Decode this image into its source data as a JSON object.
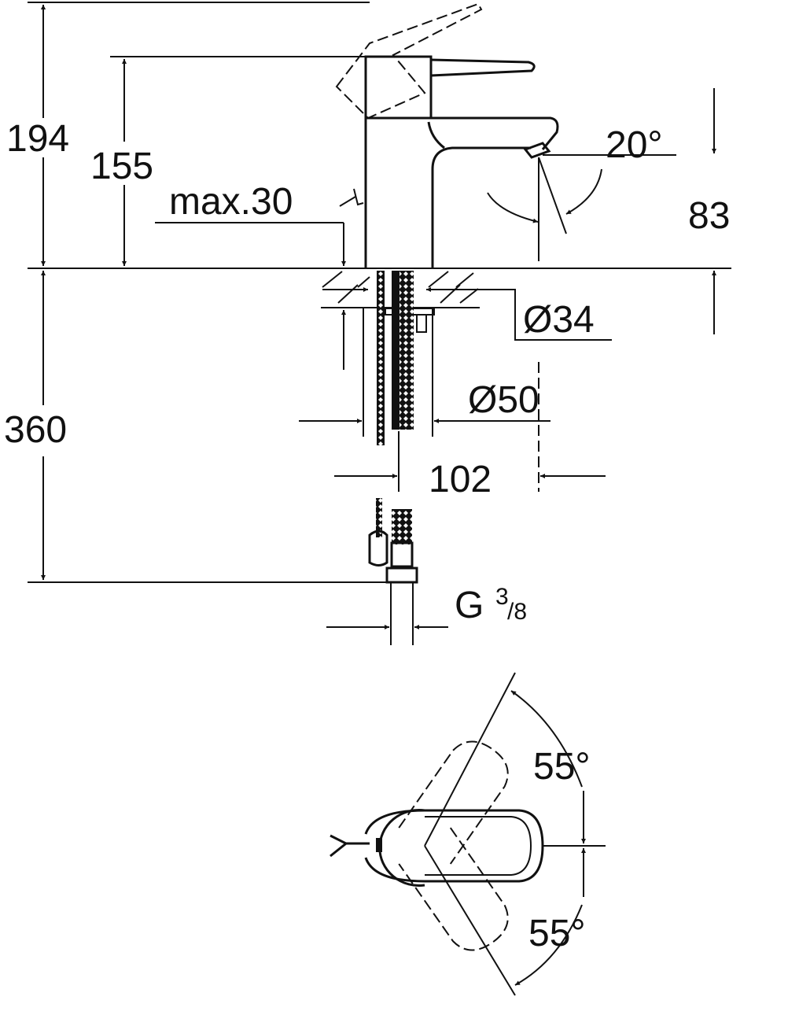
{
  "dimensions": {
    "total_height": "194",
    "spout_height": "155",
    "max_counter_thickness": "max.30",
    "spout_angle": "20°",
    "outlet_height": "83",
    "hole_diameter": "Ø34",
    "base_diameter": "Ø50",
    "hose_length": "360",
    "spout_reach": "102",
    "connection_thread": "G",
    "connection_numerator": "3",
    "connection_denominator": "/8",
    "lever_angle_upper": "55°",
    "lever_angle_lower": "55°"
  },
  "colors": {
    "line": "#111111",
    "background": "#ffffff"
  }
}
